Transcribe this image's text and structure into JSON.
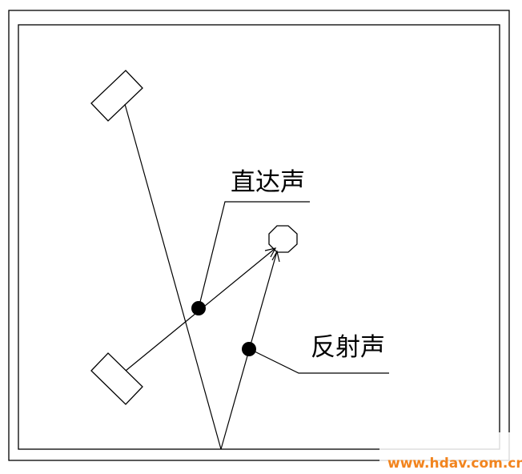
{
  "labels": {
    "direct_sound": "直达声",
    "reflected_sound": "反射声"
  },
  "watermark": {
    "text": "www.hdav.com.cn"
  },
  "colors": {
    "line": "#000000",
    "background": "#ffffff",
    "watermark": "#f2841e"
  }
}
